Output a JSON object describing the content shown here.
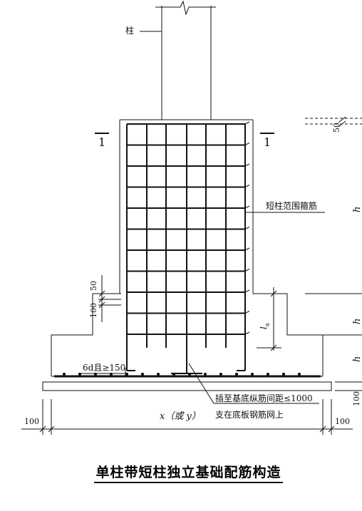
{
  "labels": {
    "column": "柱",
    "section_left": "1",
    "section_right": "1",
    "stirrups": "短柱范围箍筋",
    "dim_50_left": "50",
    "dim_100_left": "100",
    "dim_la": "l",
    "dim_la_sub": "a",
    "dim_6d": "6d且≥150",
    "note_line1": "插至基底纵筋间距≤1000",
    "note_line2": "支在底板钢筋网上",
    "dim_x": "x（或 y）",
    "dim_100_bottom_left": "100",
    "dim_100_bottom_right": "100",
    "dim_50_right": "50",
    "dim_h_dz": "h",
    "dim_h2": "h",
    "dim_h1": "h",
    "dim_100_right_vert": "100"
  },
  "title": "单柱带短柱独立基础配筋构造"
}
